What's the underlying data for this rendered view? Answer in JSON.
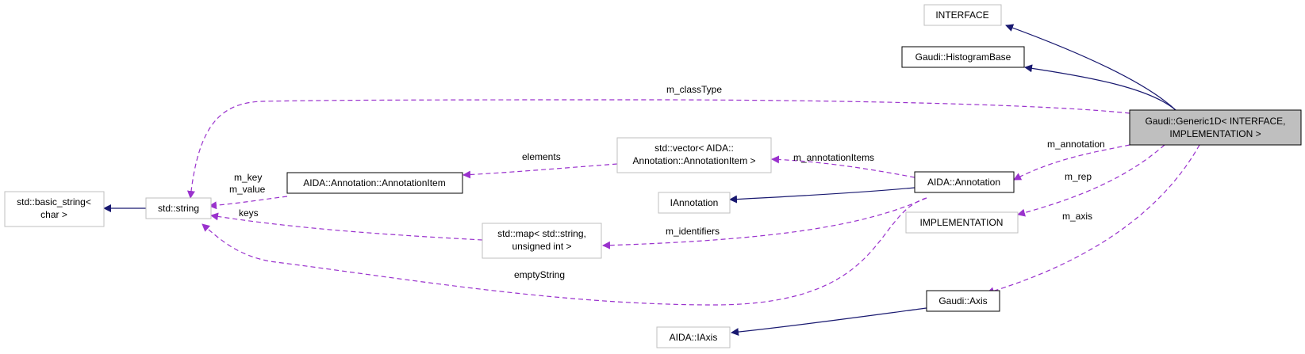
{
  "colors": {
    "inheritance": "#191970",
    "usage": "#9a32cd",
    "focus_fill": "#bfbfbf",
    "external_border": "#bfbfbf",
    "documented_border": "#000000"
  },
  "nodes": {
    "generic1d": {
      "line1": "Gaudi::Generic1D< INTERFACE,",
      "line2": "IMPLEMENTATION >"
    },
    "interface": {
      "line1": "INTERFACE"
    },
    "histogram_base": {
      "line1": "Gaudi::HistogramBase"
    },
    "basic_string": {
      "line1": "std::basic_string<",
      "line2": "char >"
    },
    "std_string": {
      "line1": "std::string"
    },
    "annotation_item": {
      "line1": "AIDA::Annotation::AnnotationItem"
    },
    "vector_annotation_item": {
      "line1": "std::vector< AIDA::",
      "line2": "Annotation::AnnotationItem >"
    },
    "aida_annotation": {
      "line1": "AIDA::Annotation"
    },
    "iannotation": {
      "line1": "IAnnotation"
    },
    "map_string_uint": {
      "line1": "std::map< std::string,",
      "line2": "unsigned int >"
    },
    "implementation": {
      "line1": "IMPLEMENTATION"
    },
    "gaudi_axis": {
      "line1": "Gaudi::Axis"
    },
    "aida_iaxis": {
      "line1": "AIDA::IAxis"
    }
  },
  "edge_labels": {
    "m_classType": "m_classType",
    "m_annotation": "m_annotation",
    "m_rep": "m_rep",
    "m_axis": "m_axis",
    "elements": "elements",
    "m_annotationItems": "m_annotationItems",
    "m_key": "m_key",
    "m_value": "m_value",
    "keys": "keys",
    "m_identifiers": "m_identifiers",
    "emptyString": "emptyString"
  }
}
